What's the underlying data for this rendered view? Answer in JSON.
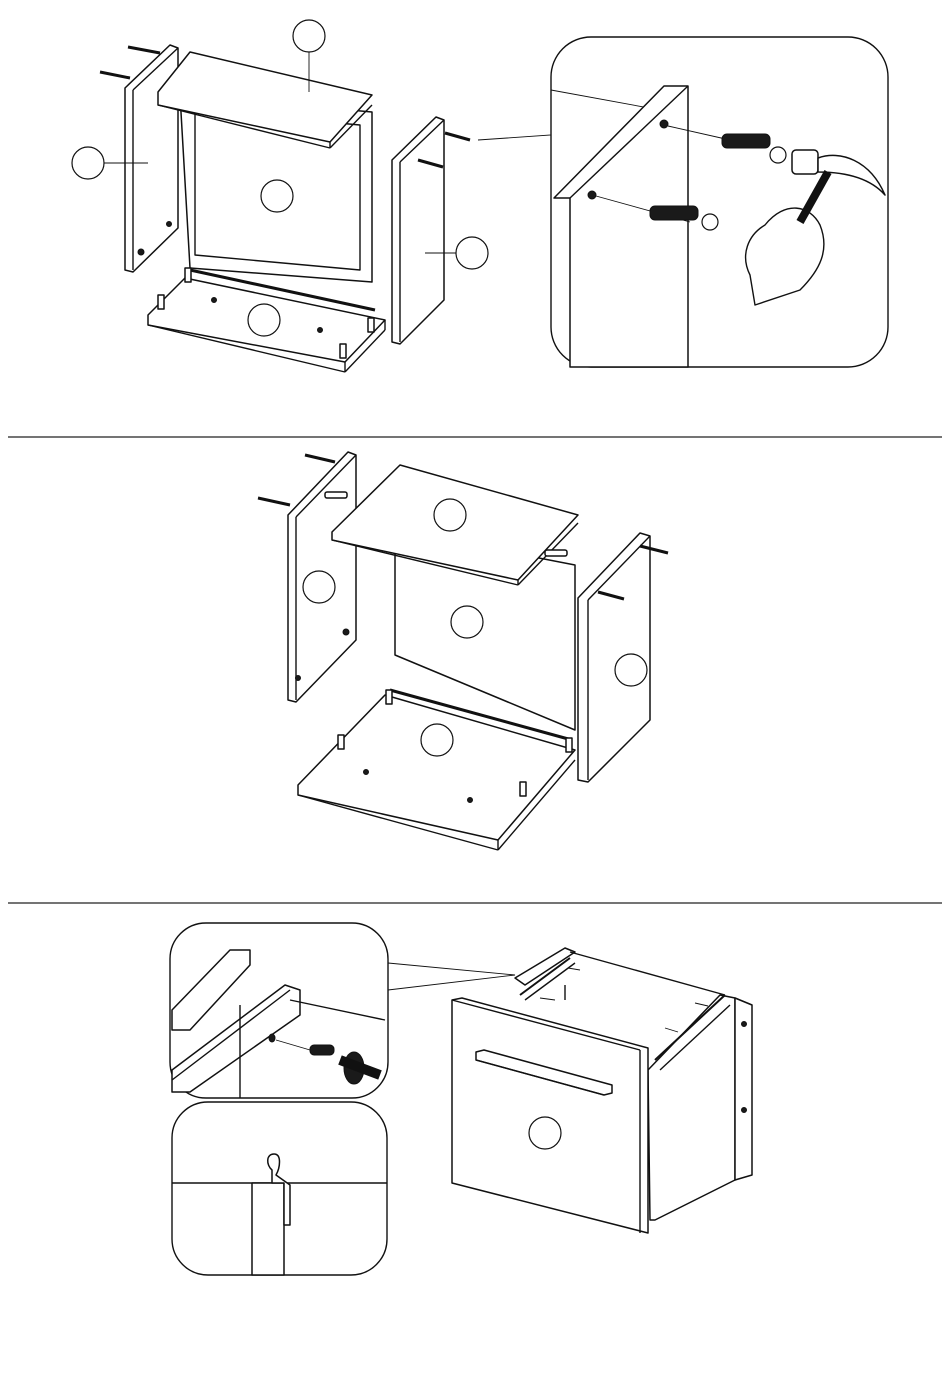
{
  "figure": {
    "steps": [
      {
        "step": "panel-assembly-with-hammer-detail",
        "detail": "hammer-and-dowel-insert"
      },
      {
        "step": "panel-assembly-with-screws"
      },
      {
        "step": "drawer-front-and-rails",
        "detail": "screwdriver-and-rail-hook"
      }
    ],
    "part_markers": "blank",
    "colors": {
      "line": "#111111",
      "background": "#ffffff"
    }
  }
}
